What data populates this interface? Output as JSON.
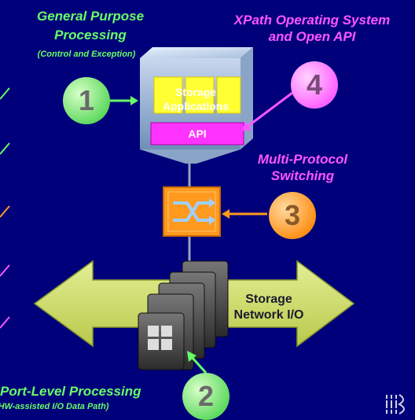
{
  "labels": {
    "general_purpose": "General Purpose",
    "processing": "Processing",
    "control_exception": "(Control and Exception)",
    "xpath_os": "XPath Operating System",
    "open_api": "and Open API",
    "multi_protocol": "Multi-Protocol",
    "switching": "Switching",
    "storage": "Storage",
    "network_io": "Network I/O",
    "port_level": "Port-Level Processing",
    "assisted_io": "(HW-assisted I/O Data Path)",
    "storage_apps": "Storage Applications",
    "api": "API"
  },
  "markers": {
    "one": "1",
    "two": "2",
    "three": "3",
    "four": "4"
  },
  "colors": {
    "background": "#00007a",
    "green": "#66ff66",
    "pink": "#ff55ff",
    "orange": "#ff9a1f",
    "yellow_arrow": "#d7e86a"
  }
}
